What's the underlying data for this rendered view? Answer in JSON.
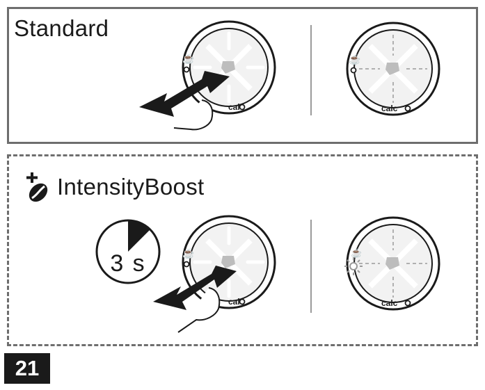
{
  "figure": {
    "step_number": "21",
    "panels": [
      {
        "title": "Standard"
      },
      {
        "title": "IntensityBoost",
        "hold_duration": "3 s"
      }
    ],
    "dial": {
      "button_label": "calc",
      "intensity_icon": "coffee-bean-plus-icon"
    }
  }
}
